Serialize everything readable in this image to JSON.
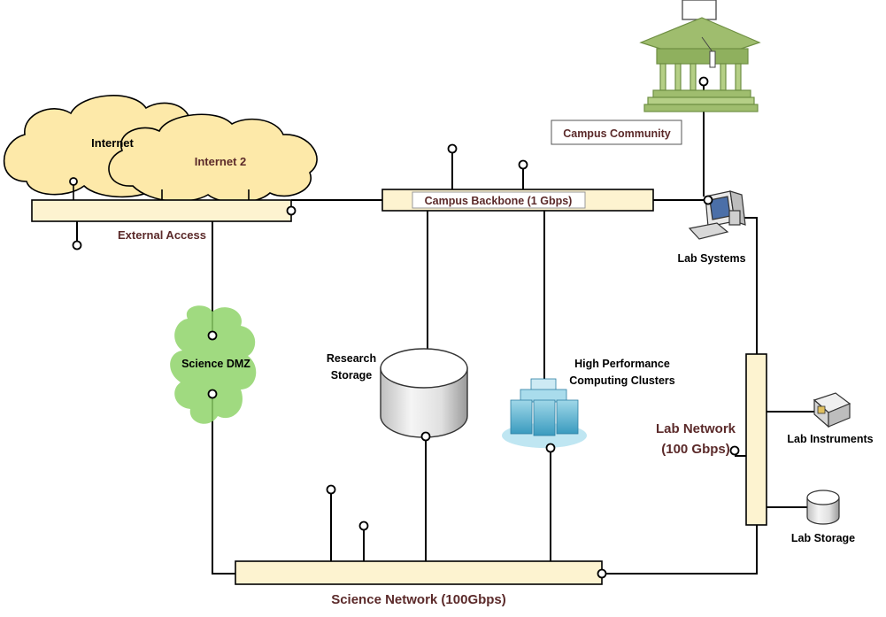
{
  "clouds": {
    "internet": "Internet",
    "internet2": "Internet 2"
  },
  "external_access": {
    "label": "External Access"
  },
  "campus_backbone": {
    "label": "Campus Backbone (1 Gbps)"
  },
  "campus_community": {
    "label": "Campus Community"
  },
  "lab_systems": {
    "label": "Lab Systems"
  },
  "science_dmz": {
    "label": "Science DMZ"
  },
  "research_storage": {
    "line1": "Research",
    "line2": "Storage"
  },
  "hpc": {
    "line1": "High Performance",
    "line2": "Computing Clusters"
  },
  "lab_network": {
    "line1": "Lab Network",
    "line2": "(100 Gbps)"
  },
  "lab_instruments": {
    "label": "Lab Instruments"
  },
  "lab_storage": {
    "label": "Lab Storage"
  },
  "science_network": {
    "label": "Science Network (100Gbps)"
  },
  "colors": {
    "bus_fill": "#fdf3d0",
    "cloud_fill": "#fde9a9",
    "dmz_green": "#8fd36a",
    "building_green": "#9fbd6e",
    "label_brown": "#5b2a2a"
  }
}
